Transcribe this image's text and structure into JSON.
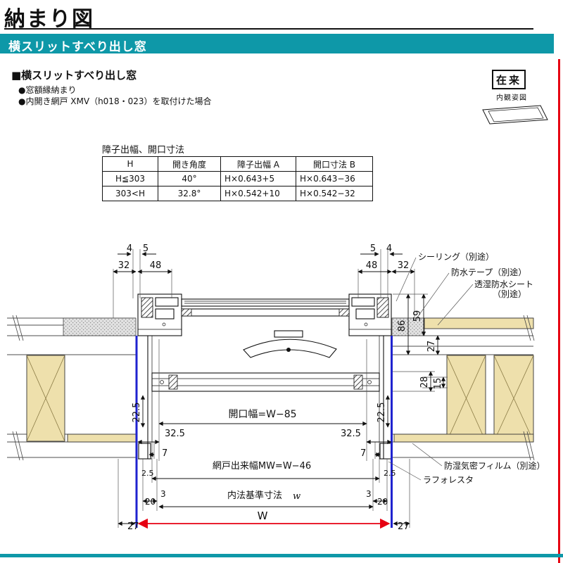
{
  "header": {
    "title": "納まり図",
    "banner": "横スリットすべり出し窓"
  },
  "section": {
    "heading": "■横スリットすべり出し窓",
    "bullet1": "●窓額縁納まり",
    "bullet2": "●内開き網戸 XMV（h018・023）を取付けた場合"
  },
  "badge": {
    "zairai": "在来",
    "naikan": "内観姿図"
  },
  "table": {
    "title": "障子出幅、開口寸法",
    "headers": [
      "H",
      "開き角度",
      "障子出幅 A",
      "開口寸法 B"
    ],
    "rows": [
      [
        "H≦303",
        "40°",
        "H×0.643+5",
        "H×0.643−36"
      ],
      [
        "303<H",
        "32.8°",
        "H×0.542+10",
        "H×0.542−32"
      ]
    ]
  },
  "drawing": {
    "dims": {
      "tl4": "4",
      "tl5": "5",
      "tl32": "32",
      "tl48": "48",
      "tr5": "5",
      "tr4": "4",
      "tr48": "48",
      "tr32": "32",
      "v86": "86",
      "v59": "59",
      "v27": "27",
      "v28": "28",
      "v15": "15",
      "l225": "22.5",
      "r225": "22.5",
      "kaiko": "開口幅=W−85",
      "l325": "32.5",
      "r325": "32.5",
      "l7": "7",
      "r7": "7",
      "amido": "網戸出来幅MW=W−46",
      "l25": "2.5",
      "r25": "2.5",
      "l3": "3",
      "r3": "3",
      "l20": "20",
      "r20": "20",
      "uchinori": "内法基準寸法",
      "uchinori_w": "w",
      "W": "W",
      "l27": "27",
      "r27": "27"
    },
    "callouts": {
      "sealing": "シーリング（別途）",
      "tape": "防水テープ（別途）",
      "sheet1": "透湿防水シート",
      "sheet2": "（別途）",
      "film": "防湿気密フィルム（別途）",
      "laforesta": "ラフォレスタ"
    }
  },
  "colors": {
    "teal": "#0e98a8",
    "red": "#e60012",
    "blue": "#1f23cf",
    "wood": "#eee0ac"
  }
}
